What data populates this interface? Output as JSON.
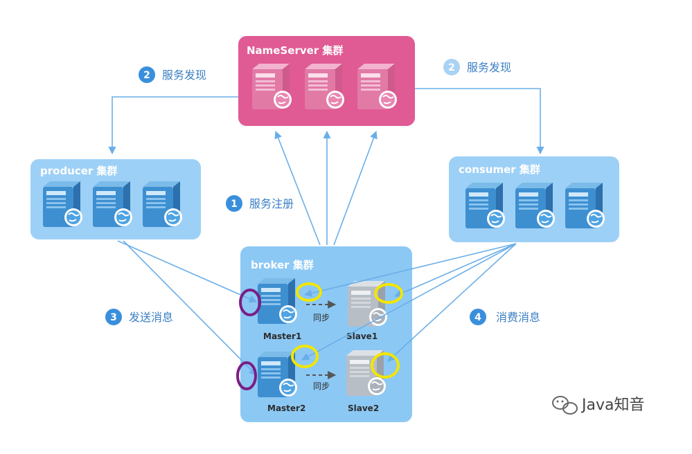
{
  "clusters": {
    "nameserver": {
      "title": "NameServer 集群",
      "color": "#e05a94"
    },
    "producer": {
      "title": "producer 集群",
      "color": "#9dd0f6"
    },
    "consumer": {
      "title": "consumer 集群",
      "color": "#9dd0f6"
    },
    "broker": {
      "title": "broker 集群",
      "color": "#8cc8f4"
    }
  },
  "steps": {
    "discovery_left": {
      "num": "2",
      "label": "服务发现"
    },
    "discovery_right": {
      "num": "2",
      "label": "服务发现"
    },
    "register": {
      "num": "1",
      "label": "服务注册"
    },
    "send": {
      "num": "3",
      "label": "发送消息"
    },
    "consume": {
      "num": "4",
      "label": "消费消息"
    }
  },
  "broker_nodes": {
    "master1": "Master1",
    "slave1": "Slave1",
    "master2": "Master2",
    "slave2": "Slave2",
    "sync1": "同步",
    "sync2": "同步"
  },
  "watermark": {
    "text": "Java知音",
    "icon": "wechat-icon"
  },
  "colors": {
    "arrow": "#6aaee8",
    "step_badge": "#3a8fdc",
    "step_badge_light": "#a9d2f3",
    "highlight_yellow": "#f3e600",
    "highlight_purple": "#7a1e86"
  }
}
